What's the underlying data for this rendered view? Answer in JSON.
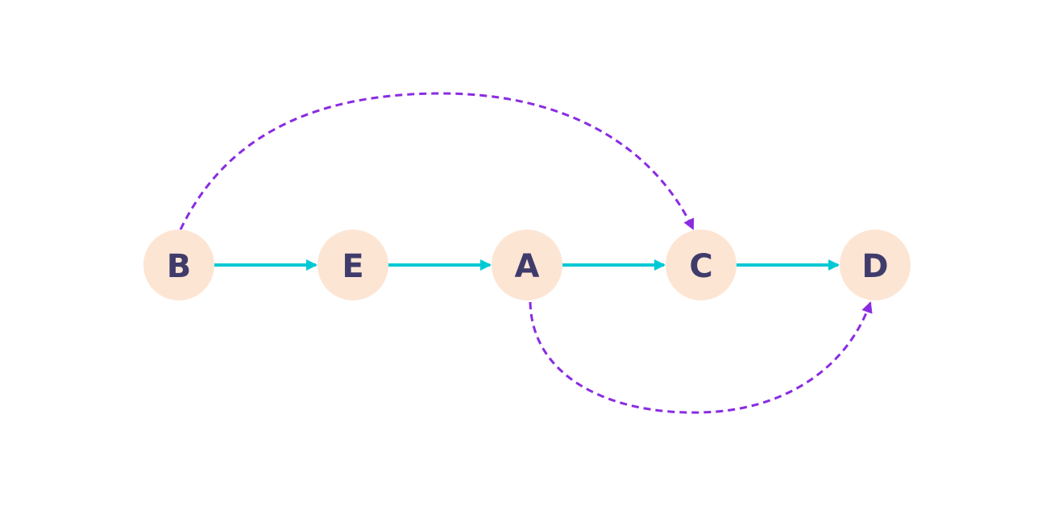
{
  "colors": {
    "background": "#ffffff",
    "node_fill": "#fde5d4",
    "node_text": "#3f3c6b",
    "primary_edge": "#00c9d6",
    "secondary_edge": "#8a2be2"
  },
  "nodes": [
    {
      "id": "B",
      "label": "B"
    },
    {
      "id": "E",
      "label": "E"
    },
    {
      "id": "A",
      "label": "A"
    },
    {
      "id": "C",
      "label": "C"
    },
    {
      "id": "D",
      "label": "D"
    }
  ],
  "edges": [
    {
      "from": "B",
      "to": "E",
      "style": "solid"
    },
    {
      "from": "E",
      "to": "A",
      "style": "solid"
    },
    {
      "from": "A",
      "to": "C",
      "style": "solid"
    },
    {
      "from": "C",
      "to": "D",
      "style": "solid"
    },
    {
      "from": "B",
      "to": "C",
      "style": "dashed"
    },
    {
      "from": "A",
      "to": "D",
      "style": "dashed"
    }
  ]
}
